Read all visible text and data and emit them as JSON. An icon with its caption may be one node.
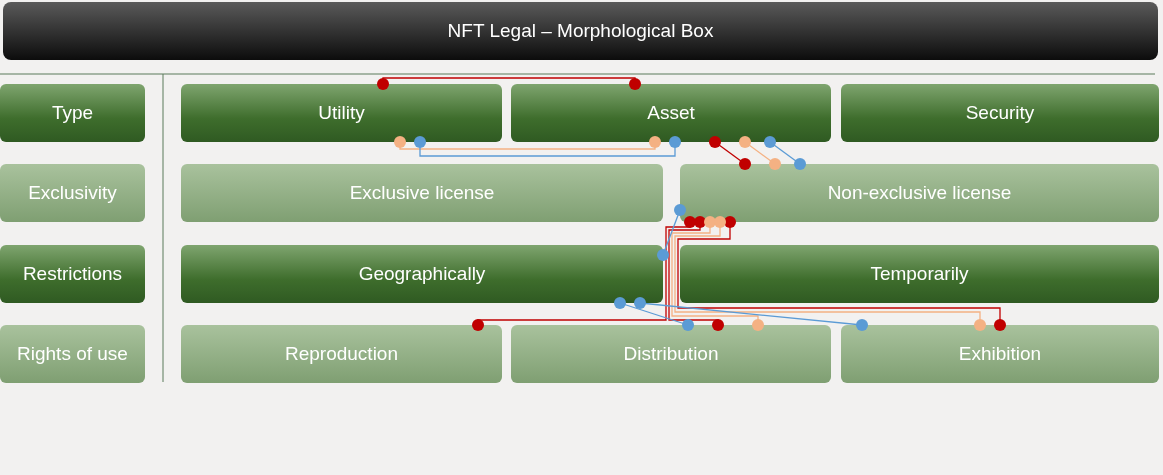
{
  "diagram": {
    "nodes": [
      {
        "text": [
          "NFT Legal – Morphological Box"
        ]
      },
      {
        "text": [
          "Type"
        ]
      },
      {
        "text": [
          "Utility"
        ]
      },
      {
        "text": [
          "Asset"
        ]
      },
      {
        "text": [
          "Security"
        ]
      },
      {
        "text": [
          "Exclusivity"
        ]
      },
      {
        "text": [
          "Exclusive license"
        ]
      },
      {
        "text": [
          "Non-exclusive license"
        ]
      },
      {
        "text": [
          "Restrictions"
        ]
      },
      {
        "text": [
          "Geographically"
        ]
      },
      {
        "text": [
          "Temporarily"
        ]
      },
      {
        "text": [
          "Rights of use"
        ]
      },
      {
        "text": [
          "Reproduction"
        ]
      },
      {
        "text": [
          "Distribution"
        ]
      },
      {
        "text": [
          "Exhibition"
        ]
      }
    ],
    "edges": [
      {
        "from": 2,
        "to": 3,
        "arrow": "other",
        "color": "#c00000"
      },
      {
        "from": 3,
        "to": 7,
        "arrow": "other",
        "color": "#c00000"
      },
      {
        "from": 7,
        "to": 12,
        "arrow": "other",
        "color": "#c00000"
      },
      {
        "from": 7,
        "to": 13,
        "arrow": "other",
        "color": "#c00000"
      },
      {
        "from": 7,
        "to": 14,
        "arrow": "other",
        "color": "#c00000"
      },
      {
        "from": 2,
        "to": 3,
        "arrow": "other",
        "color": "#f4b183"
      },
      {
        "from": 3,
        "to": 7,
        "arrow": "other",
        "color": "#f4b183"
      },
      {
        "from": 7,
        "to": 13,
        "arrow": "other",
        "color": "#f4b183"
      },
      {
        "from": 7,
        "to": 14,
        "arrow": "other",
        "color": "#f4b183"
      },
      {
        "from": 2,
        "to": 3,
        "arrow": "other",
        "color": "#5b9bd5"
      },
      {
        "from": 3,
        "to": 7,
        "arrow": "other",
        "color": "#5b9bd5"
      },
      {
        "from": 7,
        "to": 9,
        "arrow": "other",
        "color": "#5b9bd5"
      },
      {
        "from": 9,
        "to": 13,
        "arrow": "other",
        "color": "#5b9bd5"
      },
      {
        "from": 9,
        "to": 14,
        "arrow": "other",
        "color": "#5b9bd5"
      }
    ]
  }
}
